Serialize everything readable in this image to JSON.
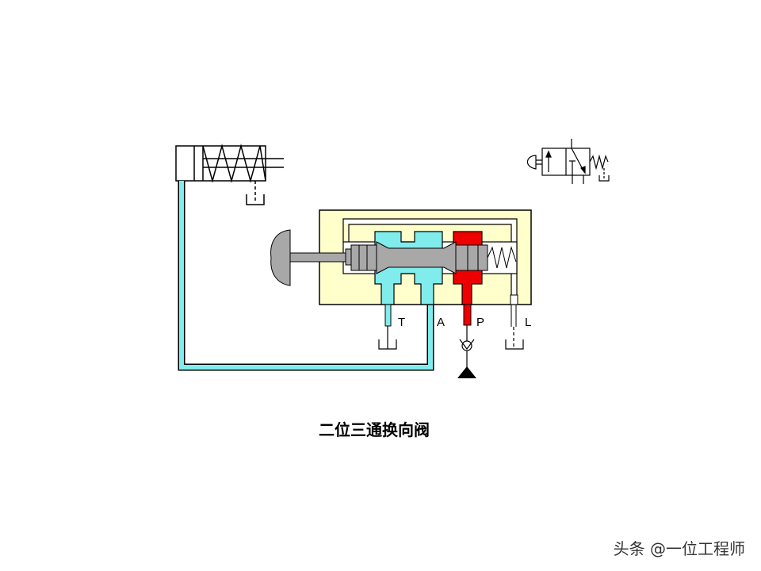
{
  "title": "二位三通换向阀",
  "watermark": "头条 @一位工程师",
  "ports": {
    "T": "T",
    "A": "A",
    "P": "P",
    "L": "L"
  },
  "colors": {
    "exhaust": "#80ecec",
    "pressure": "#ee0000",
    "body": "#ffffcc",
    "spool": "#a8a8a8"
  }
}
